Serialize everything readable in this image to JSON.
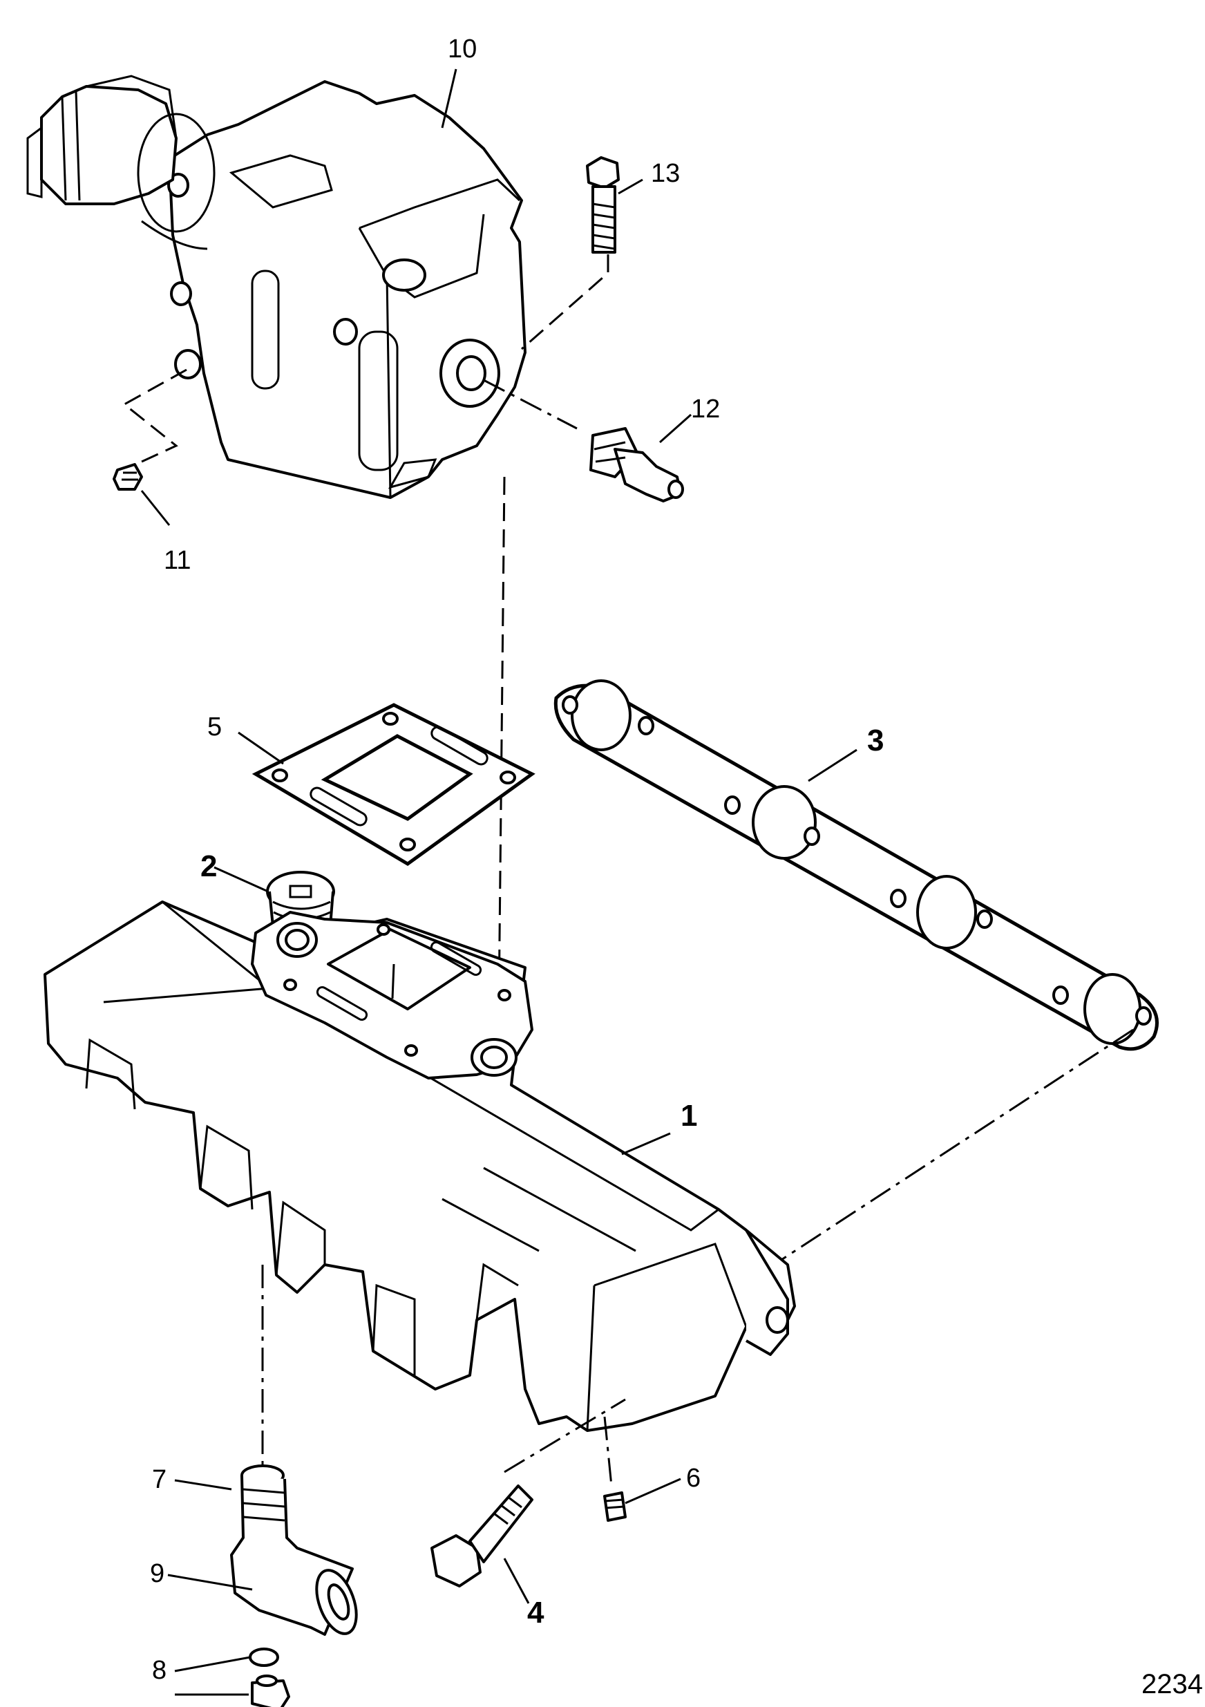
{
  "figure_number": "2234",
  "callouts": [
    {
      "id": "1",
      "text": "1"
    },
    {
      "id": "2",
      "text": "2"
    },
    {
      "id": "3",
      "text": "3"
    },
    {
      "id": "4",
      "text": "4"
    },
    {
      "id": "5",
      "text": "5"
    },
    {
      "id": "6",
      "text": "6"
    },
    {
      "id": "7",
      "text": "7"
    },
    {
      "id": "8",
      "text": "8"
    },
    {
      "id": "9",
      "text": "9"
    },
    {
      "id": "10",
      "text": "10"
    },
    {
      "id": "11",
      "text": "11"
    },
    {
      "id": "12",
      "text": "12"
    },
    {
      "id": "13",
      "text": "13"
    }
  ]
}
